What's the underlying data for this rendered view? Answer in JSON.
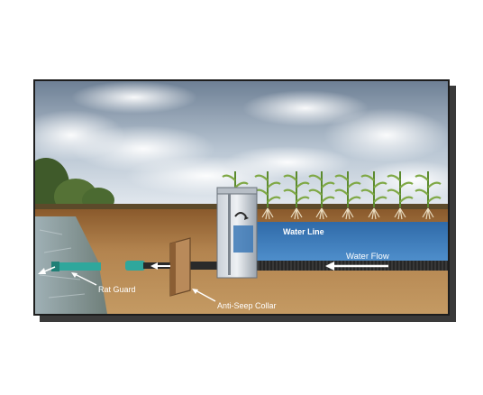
{
  "labels": {
    "water_line": "Water Line",
    "water_flow": "Water Flow",
    "rat_guard": "Rat Guard",
    "anti_seep_collar": "Anti-Seep Collar"
  },
  "colors": {
    "sky_top": "#6f8296",
    "sky_bottom": "#dfe6ee",
    "water": "#3a78b8",
    "soil": "#b88a55",
    "pipe": "#2b2b2b",
    "teal_pipe": "#2fa79c",
    "label_text": "#ffffff"
  },
  "icons": [
    "arrow-left-icon",
    "water-control-structure",
    "corn-plant-icon"
  ]
}
